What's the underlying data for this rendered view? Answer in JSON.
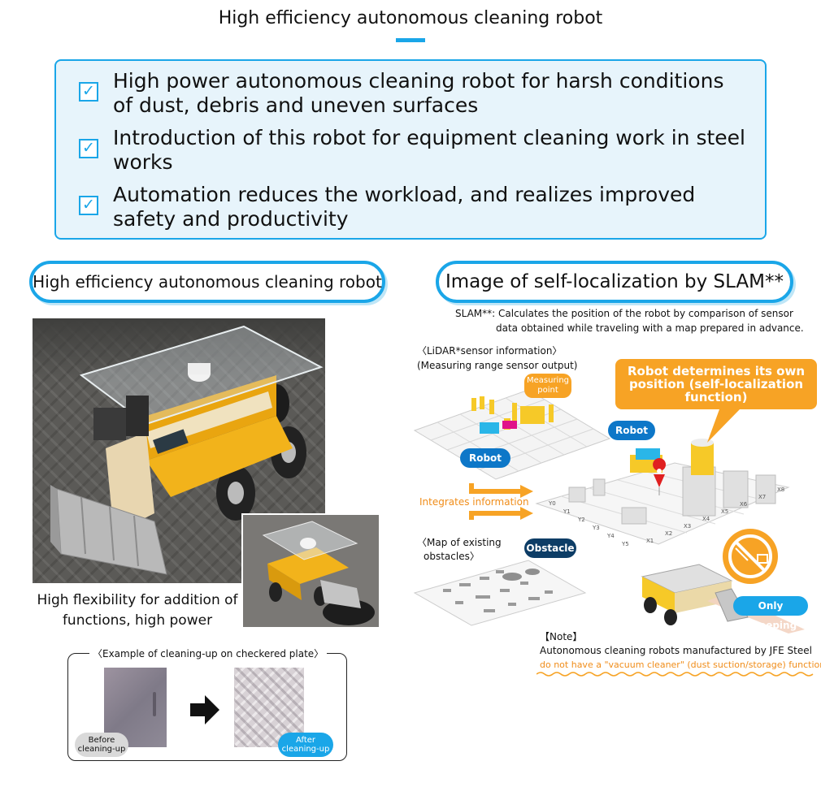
{
  "title": "High efficiency autonomous cleaning robot",
  "key_points": [
    "High power autonomous cleaning robot for harsh conditions of dust, debris and uneven surfaces",
    "Introduction of this robot for equipment cleaning work in steel works",
    "Automation reduces the workload, and realizes improved safety and productivity"
  ],
  "left_panel": {
    "heading": "High efficiency autonomous cleaning robot",
    "caption": "High flexibility for addition of functions, high power",
    "example_title": "〈Example of cleaning-up on checkered plate〉",
    "before_label": "Before cleaning-up",
    "after_label": "After cleaning-up"
  },
  "right_panel": {
    "heading": "Image of self-localization by SLAM**",
    "slam_def_line1": "SLAM**: Calculates the position of the robot by comparison of sensor",
    "slam_def_line2": "data obtained while traveling with a map prepared in advance.",
    "lidar_line1": "〈LiDAR*sensor information〉",
    "lidar_line2": "(Measuring range sensor output)",
    "measuring_point": "Measuring point",
    "robot_label": "Robot",
    "integrates": "Integrates information",
    "map_line1": "〈Map of existing",
    "map_line2": "obstacles〉",
    "obstacle": "Obstacle",
    "callout": "Robot determines its own position (self-localization function)",
    "robot_label_2": "Robot",
    "only_sweeping": "Only sweeping",
    "note_head": "【Note】",
    "note_line1": "Autonomous cleaning robots manufactured by JFE Steel",
    "note_line2": "do not have a \"vacuum cleaner\" (dust suction/storage) function.",
    "axis_x": [
      "X1",
      "X2",
      "X3",
      "X4",
      "X5",
      "X6",
      "X7",
      "X8"
    ],
    "axis_y": [
      "Y0",
      "Y1",
      "Y2",
      "Y3",
      "Y4",
      "Y5"
    ]
  },
  "colors": {
    "accent_blue": "#1aa6e8",
    "robot_blue": "#0d77c8",
    "orange": "#f7a325",
    "box_bg": "#e7f4fb"
  }
}
